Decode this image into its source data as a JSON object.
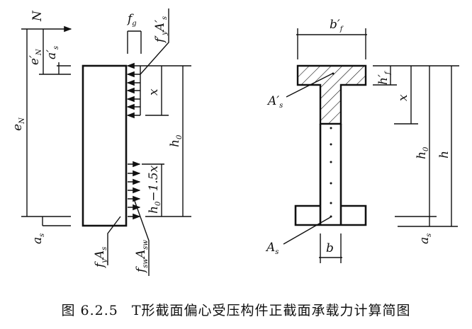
{
  "left_diagram": {
    "force_label": "N",
    "eccentricity_total": {
      "main": "e",
      "sub": "N"
    },
    "eccentricity_prime": {
      "main": "e′",
      "sub": "N"
    },
    "cover_compression": {
      "main": "a′",
      "sub": "s"
    },
    "cover_tension": {
      "main": "a",
      "sub": "s"
    },
    "web_stress": {
      "main": "f",
      "sub": "g"
    },
    "compression_steel": {
      "main": "f′",
      "sub": "y",
      "main2": "A′",
      "sub2": "s"
    },
    "compression_depth": "x",
    "effective_depth": {
      "main": "h",
      "sub": "0"
    },
    "distributed_zone": {
      "main": "h",
      "sub": "0",
      "rest": "−1.5x"
    },
    "tension_steel": {
      "main": "f",
      "sub": "y",
      "main2": "A",
      "sub2": "s"
    },
    "distributed_steel": {
      "main": "f",
      "sub": "sw",
      "main2": "A",
      "sub2": "sw"
    }
  },
  "right_diagram": {
    "flange_width": {
      "main": "b′",
      "sub": "f"
    },
    "flange_thickness": {
      "main": "h′",
      "sub": "f"
    },
    "compression_depth": "x",
    "effective_depth": {
      "main": "h",
      "sub": "0"
    },
    "total_depth": "h",
    "web_width": "b",
    "cover_tension": {
      "main": "a",
      "sub": "s"
    },
    "compression_steel": {
      "main": "A′",
      "sub": "s"
    },
    "tension_steel": {
      "main": "A",
      "sub": "s"
    }
  },
  "caption": {
    "figure_number": "图 6.2.5",
    "title": "T形截面偏心受压构件正截面承载力计算简图"
  }
}
